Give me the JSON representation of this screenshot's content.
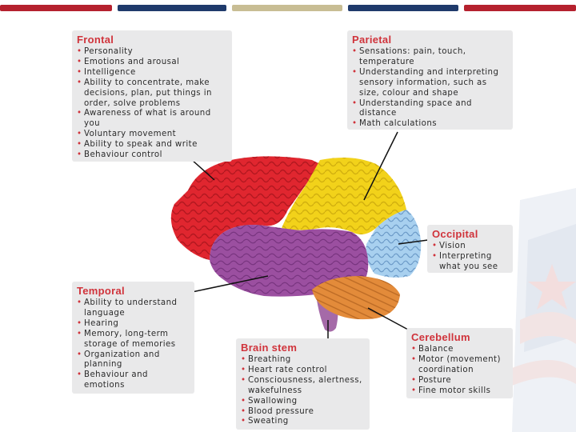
{
  "colors": {
    "bar_red": "#b5212e",
    "bar_navy": "#1f3a6b",
    "bar_tan": "#c8bd94",
    "heading_red": "#d0333b",
    "box_bg": "#e9e9ea",
    "frontal": "#e0262f",
    "parietal": "#f2d21a",
    "occipital": "#a8d0ef",
    "temporal": "#9b4fa0",
    "cerebellum": "#e38b3a",
    "brainstem": "#a56aa8"
  },
  "lobes": {
    "frontal": {
      "title": "Frontal",
      "items": [
        "Personality",
        "Emotions and arousal",
        "Intelligence",
        "Ability to concentrate, make decisions, plan, put things in order, solve problems",
        "Awareness of what is around you",
        "Voluntary movement",
        "Ability to speak and write",
        "Behaviour control"
      ]
    },
    "parietal": {
      "title": "Parietal",
      "items": [
        "Sensations: pain, touch, temperature",
        "Understanding and interpreting sensory information, such as size, colour and shape",
        "Understanding space and distance",
        "Math calculations"
      ]
    },
    "occipital": {
      "title": "Occipital",
      "items": [
        "Vision",
        "Interpreting what you see"
      ]
    },
    "temporal": {
      "title": "Temporal",
      "items": [
        "Ability to understand language",
        "Hearing",
        "Memory, long-term storage of memories",
        "Organization and planning",
        "Behaviour and emotions"
      ]
    },
    "brainstem": {
      "title": "Brain stem",
      "items": [
        "Breathing",
        "Heart rate control",
        "Consciousness, alertness, wakefulness",
        "Swallowing",
        "Blood pressure",
        "Sweating"
      ]
    },
    "cerebellum": {
      "title": "Cerebellum",
      "items": [
        "Balance",
        "Motor (movement) coordination",
        "Posture",
        "Fine motor skills"
      ]
    }
  }
}
